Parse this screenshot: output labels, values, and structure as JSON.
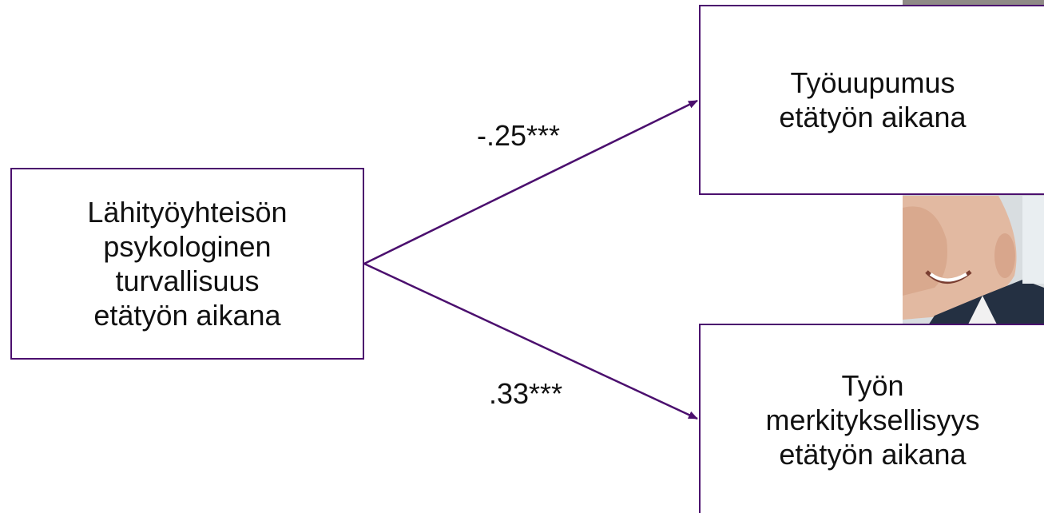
{
  "diagram": {
    "nodes": {
      "source": {
        "lines": [
          "Lähityöyhteisön",
          "psykologinen",
          "turvallisuus",
          "etätyön aikana"
        ]
      },
      "target_a": {
        "lines": [
          "Työuupumus",
          "etätyön aikana"
        ]
      },
      "target_b": {
        "lines": [
          "Työn",
          "merkityksellisyys",
          "etätyön aikana"
        ]
      }
    },
    "edges": [
      {
        "from": "source",
        "to": "target_a",
        "label": "-.25***"
      },
      {
        "from": "source",
        "to": "target_b",
        "label": ".33***"
      }
    ],
    "colors": {
      "arrow": "#4b0f6e",
      "border": "#4b0f6e"
    }
  }
}
